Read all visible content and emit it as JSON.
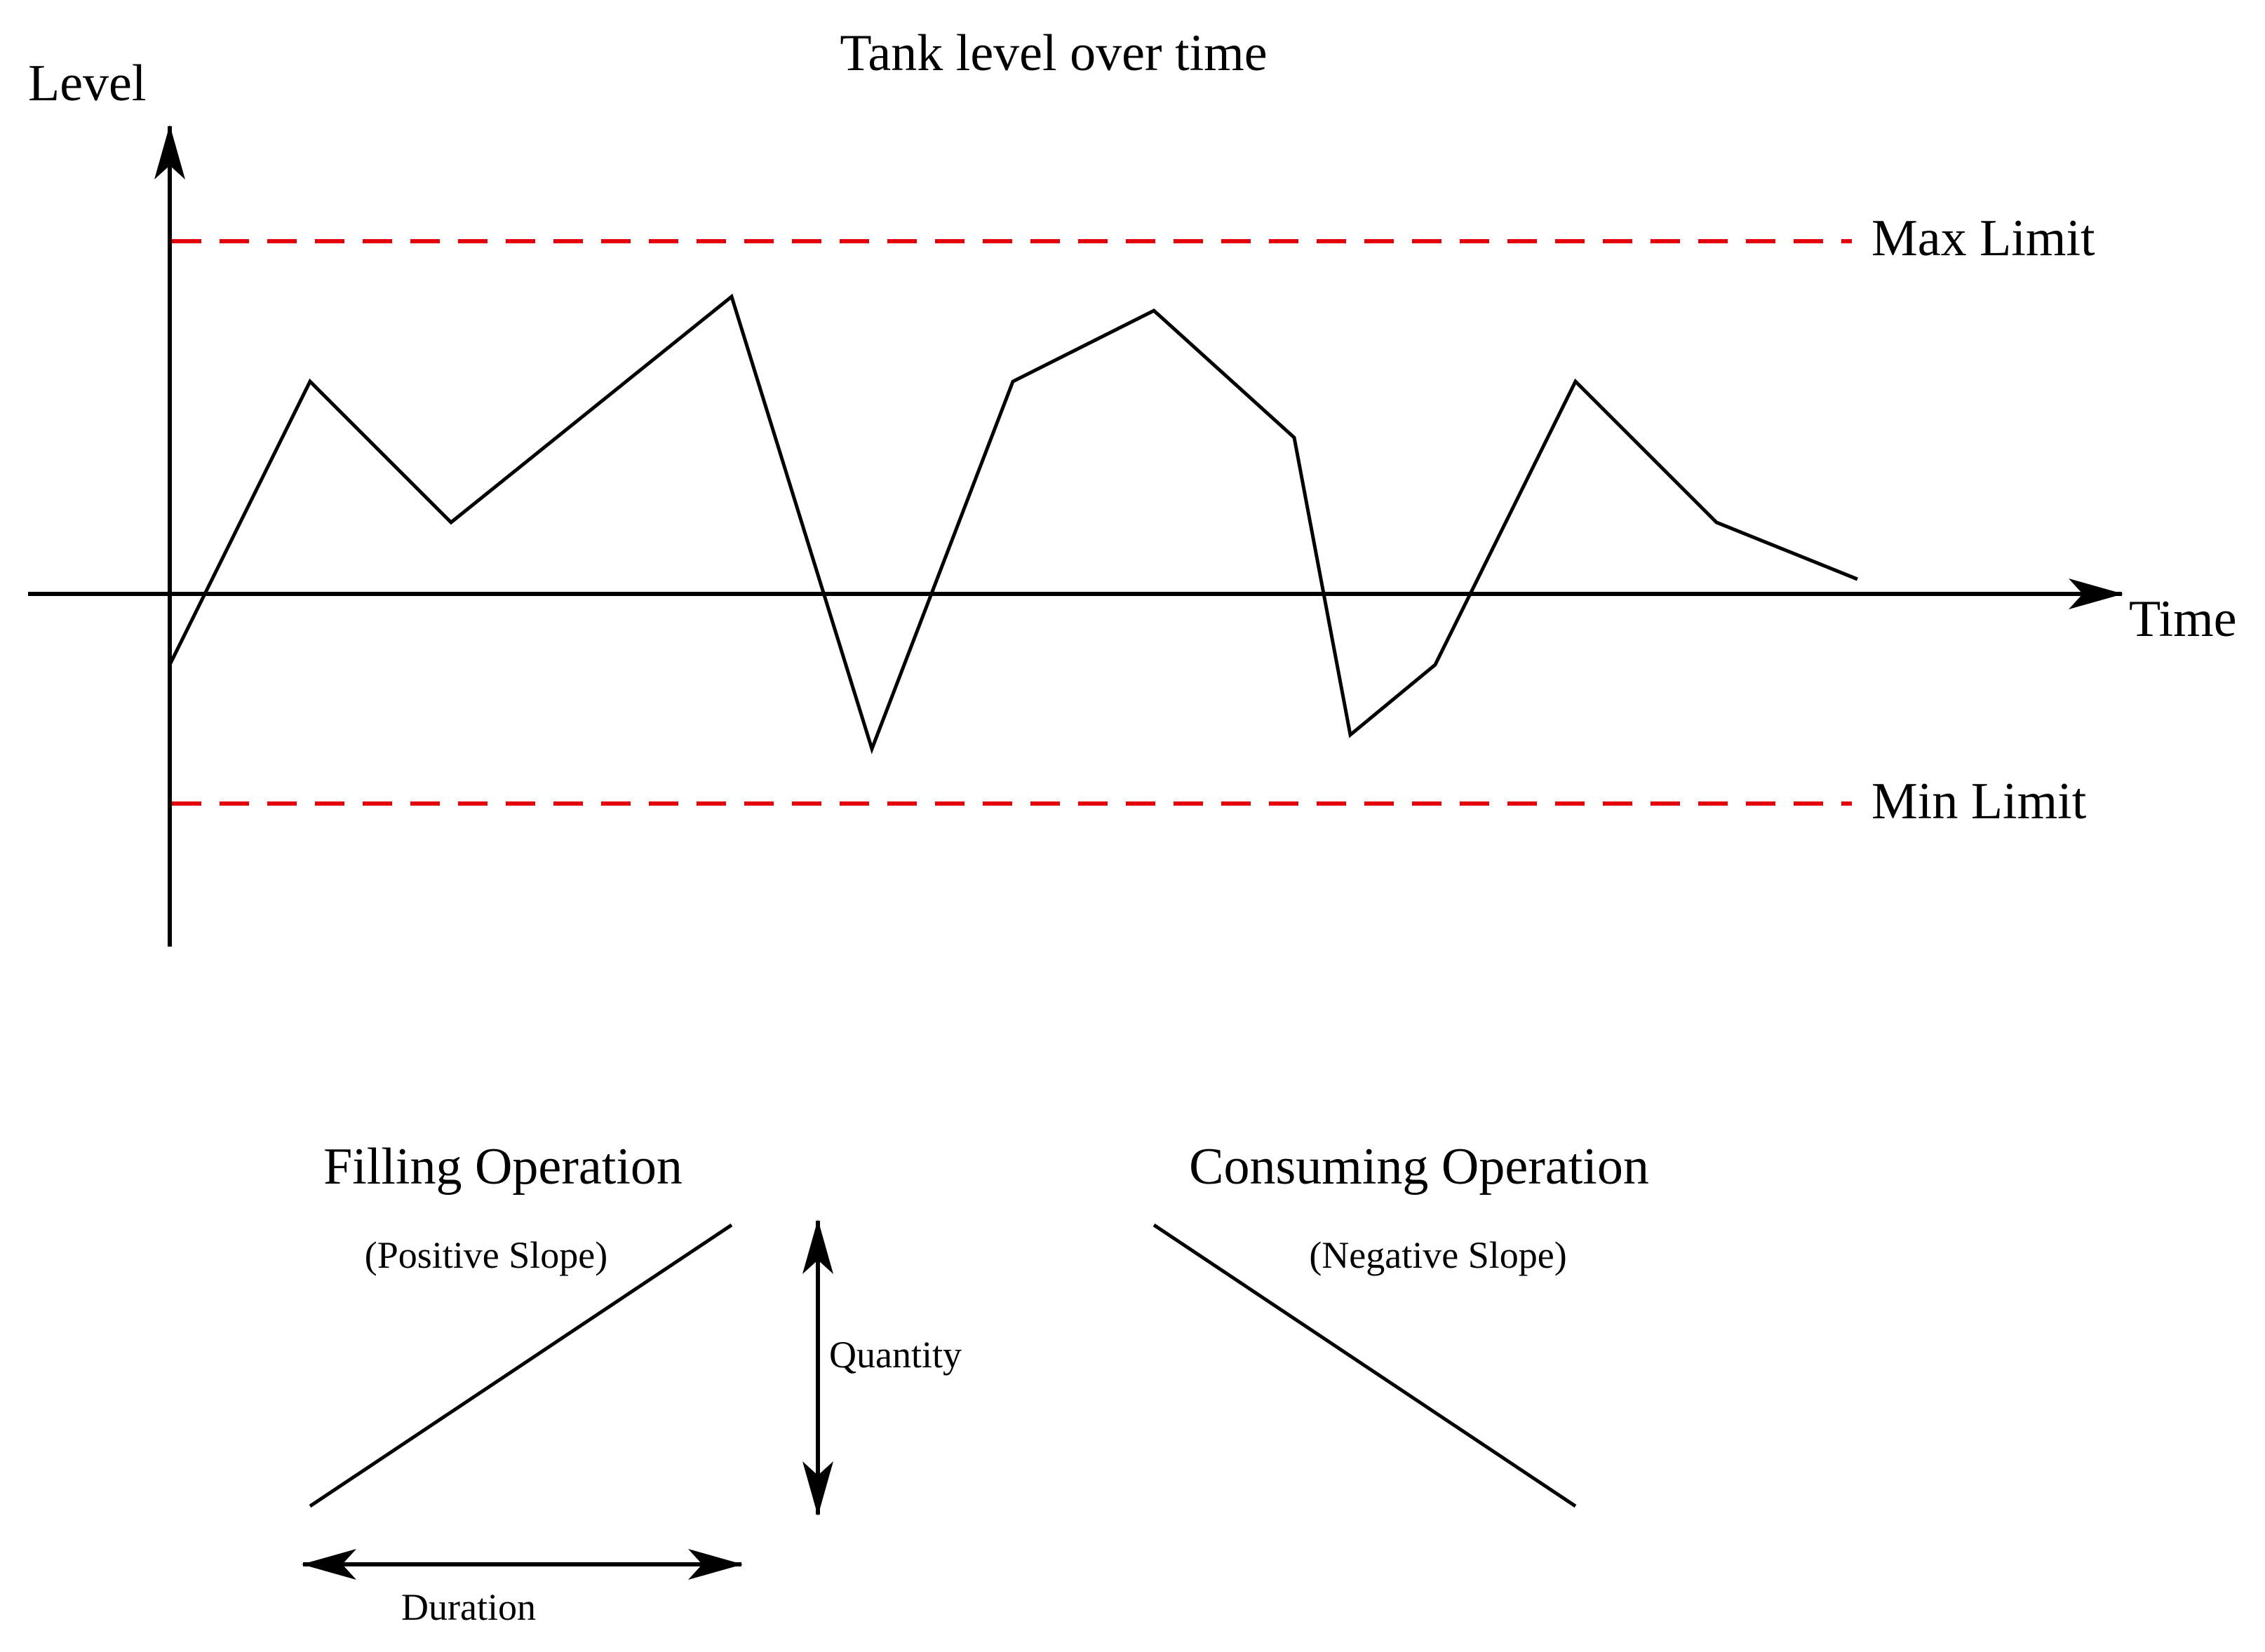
{
  "title": "Tank level over time",
  "axes": {
    "y_label": "Level",
    "x_label": "Time"
  },
  "limits": {
    "max_label": "Max Limit",
    "min_label": "Min Limit",
    "color": "#e3000b"
  },
  "legend": {
    "filling": {
      "title": "Filling Operation",
      "subtitle": "(Positive Slope)"
    },
    "consuming": {
      "title": "Consuming Operation",
      "subtitle": "(Negative Slope)"
    },
    "quantity_label": "Quantity",
    "duration_label": "Duration"
  }
}
